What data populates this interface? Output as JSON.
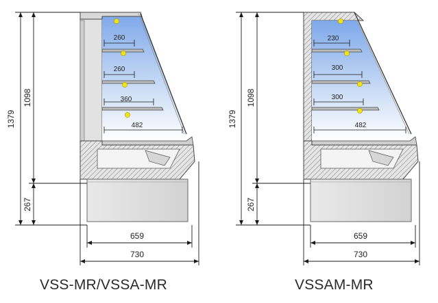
{
  "models": [
    {
      "caption": "VSS-MR/VSSA-MR",
      "dims": {
        "total_height": "1379",
        "display_height": "1098",
        "base_height": "267",
        "base_width": "659",
        "total_width": "730"
      },
      "shelves": [
        "260",
        "260",
        "360",
        "482"
      ]
    },
    {
      "caption": "VSSAM-MR",
      "dims": {
        "total_height": "1379",
        "display_height": "1098",
        "base_height": "267",
        "base_width": "659",
        "total_width": "730"
      },
      "shelves": [
        "230",
        "300",
        "300",
        "482"
      ]
    }
  ],
  "colors": {
    "line": "#1a1a1a",
    "cabinet": "#d8d8d8",
    "hatch": "#9a9a9a",
    "glow": "#7aa6e6",
    "lamp": "#f2e21a"
  }
}
